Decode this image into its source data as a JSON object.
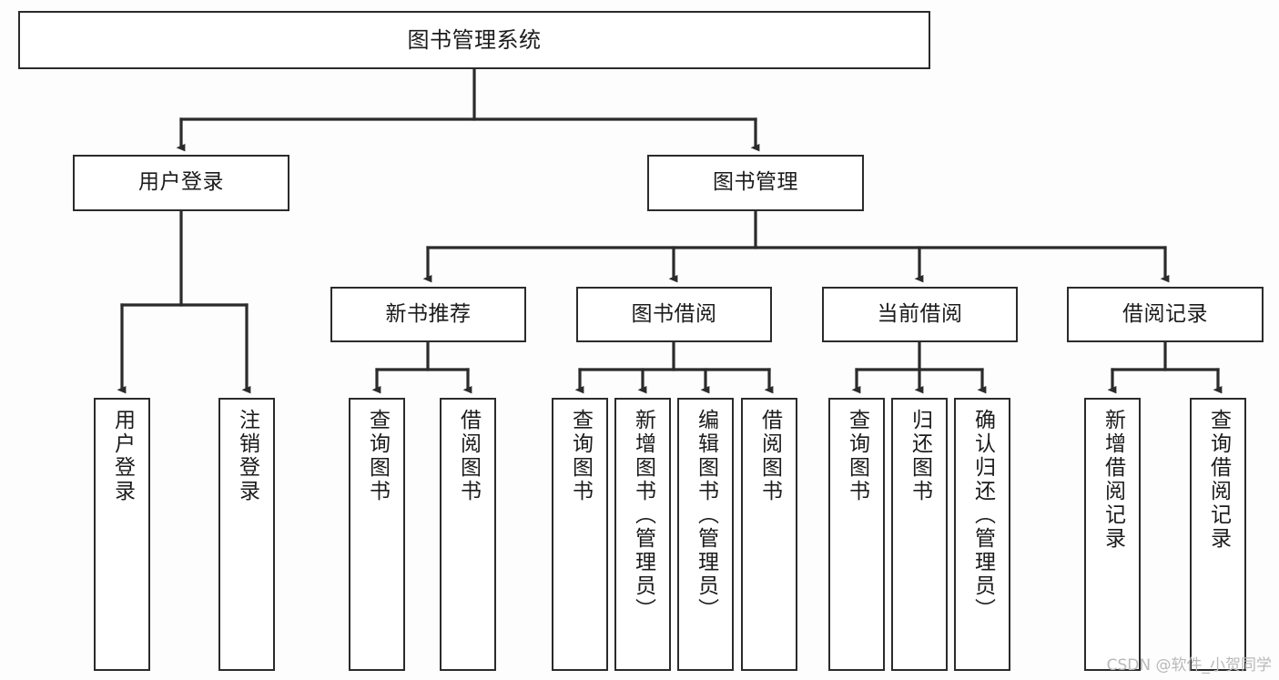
{
  "diagram": {
    "title": "图书管理系统",
    "type": "tree-hierarchy-diagram",
    "colors": {
      "box_border": "#2b2b2b",
      "box_fill": "#ffffff",
      "connector": "#2b2b2b",
      "background": "#fdfdfd",
      "watermark": "#b9b9b9"
    },
    "root": {
      "label": "图书管理系统"
    },
    "level1": [
      {
        "label": "用户登录"
      },
      {
        "label": "图书管理"
      }
    ],
    "level2": [
      {
        "label": "新书推荐"
      },
      {
        "label": "图书借阅"
      },
      {
        "label": "当前借阅"
      },
      {
        "label": "借阅记录"
      }
    ],
    "leaves": {
      "user_login": [
        {
          "label": "用户登录"
        },
        {
          "label": "注销登录"
        }
      ],
      "new_book_recommend": [
        {
          "label": "查询图书"
        },
        {
          "label": "借阅图书"
        }
      ],
      "book_borrow": [
        {
          "label": "查询图书"
        },
        {
          "label": "新增图书（管理员）"
        },
        {
          "label": "编辑图书（管理员）"
        },
        {
          "label": "借阅图书"
        }
      ],
      "current_borrow": [
        {
          "label": "查询图书"
        },
        {
          "label": "归还图书"
        },
        {
          "label": "确认归还（管理员）"
        }
      ],
      "borrow_record": [
        {
          "label": "新增借阅记录"
        },
        {
          "label": "查询借阅记录"
        }
      ]
    }
  },
  "watermark": {
    "text": "CSDN @软件_小贺同学"
  }
}
